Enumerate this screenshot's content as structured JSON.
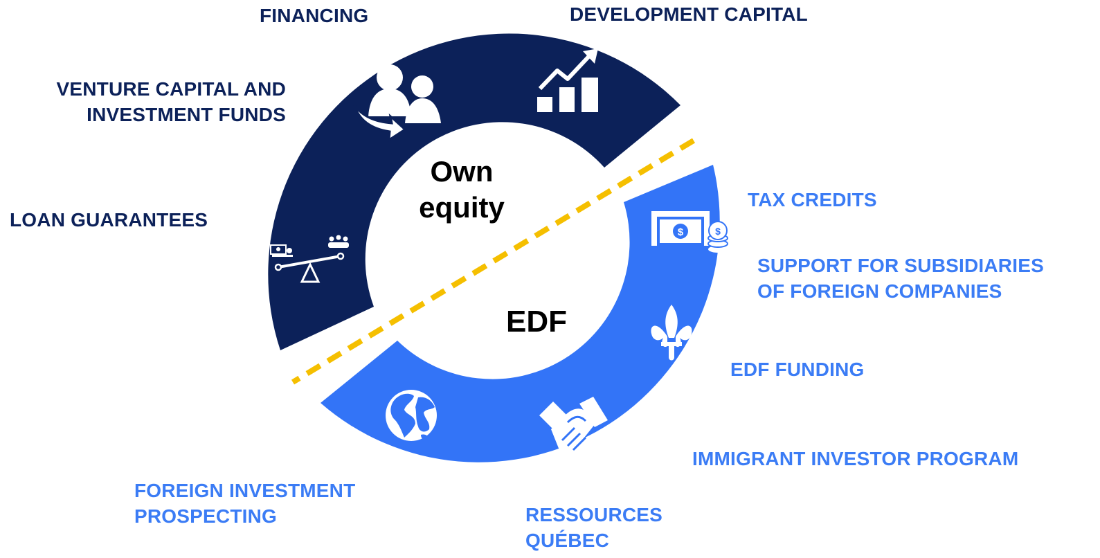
{
  "colors": {
    "own_equity": "#0c2159",
    "edf": "#3374f7",
    "divider": "#f5bf00",
    "icon": "#ffffff"
  },
  "center": {
    "own_equity_line1": "Own",
    "own_equity_line2": "equity",
    "edf": "EDF"
  },
  "own_equity_items": [
    {
      "label": "FINANCING",
      "icon": "people-arrow-icon"
    },
    {
      "label": "DEVELOPMENT CAPITAL",
      "icon": "growth-chart-icon"
    },
    {
      "label_line1": "VENTURE CAPITAL AND",
      "label_line2": "INVESTMENT FUNDS"
    },
    {
      "label": "LOAN GUARANTEES",
      "icon": "scale-balance-icon"
    }
  ],
  "edf_items": [
    {
      "label": "TAX CREDITS",
      "icon": "money-coins-icon"
    },
    {
      "label_line1": "SUPPORT FOR SUBSIDIARIES",
      "label_line2": "OF FOREIGN COMPANIES"
    },
    {
      "label": "EDF FUNDING",
      "icon": "fleur-de-lis-icon"
    },
    {
      "label": "IMMIGRANT INVESTOR PROGRAM",
      "icon": "handshake-icon"
    },
    {
      "label_line1": "RESSOURCES",
      "label_line2": "QUÉBEC"
    },
    {
      "label_line1": "FOREIGN INVESTMENT",
      "label_line2": "PROSPECTING",
      "icon": "globe-icon"
    }
  ]
}
